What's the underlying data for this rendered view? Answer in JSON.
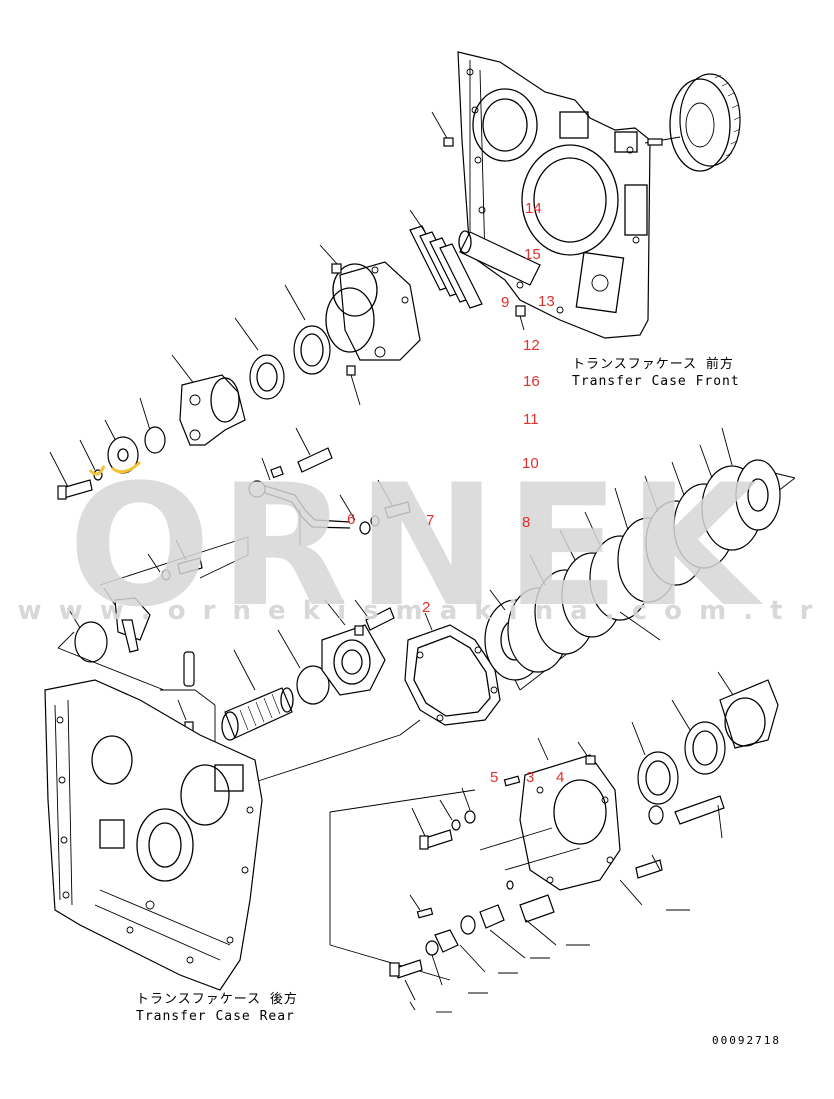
{
  "watermark": {
    "brand": "ORNEK",
    "url": "w w w . o r n e k i s m a k i n a . c o m . t r"
  },
  "captions": {
    "front_jp": "トランスファケース 前方",
    "front_en": "Transfer Case Front",
    "rear_jp": "トランスファケース 後方",
    "rear_en": "Transfer Case Rear"
  },
  "drawing_id": "00092718",
  "callouts": {
    "n14": "14",
    "n15": "15",
    "n9": "9",
    "n13": "13",
    "n12": "12",
    "n16": "16",
    "n11": "11",
    "n10": "10",
    "n8": "8",
    "n7": "7",
    "n6": "6",
    "n2": "2",
    "n5": "5",
    "n3": "3",
    "n4": "4"
  },
  "colors": {
    "callout": "#e0302a",
    "watermark": "#d6d6d6",
    "highlight": "#f2c232"
  }
}
